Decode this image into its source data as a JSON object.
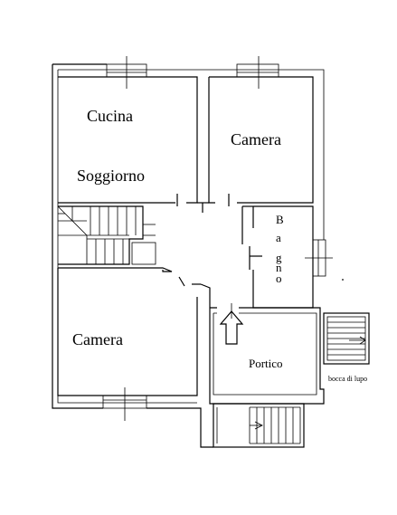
{
  "rooms": {
    "kitchen": "Cucina",
    "living": "Soggiorno",
    "bedroom_top": "Camera",
    "bath_letters": [
      "B",
      "a",
      "g",
      "n",
      "o"
    ],
    "bedroom_bottom": "Camera",
    "porch": "Portico",
    "lightwell": "bocca di lupo"
  }
}
